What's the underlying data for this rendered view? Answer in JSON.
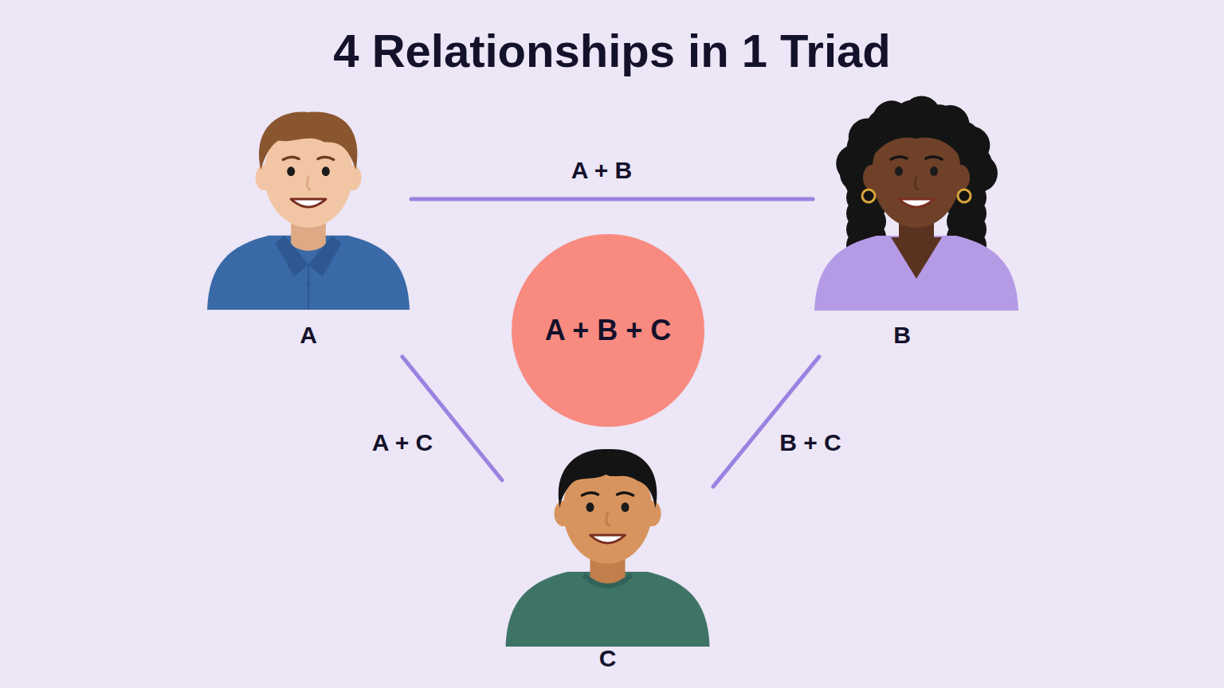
{
  "diagram": {
    "title": "4 Relationships in 1 Triad",
    "nodes": [
      {
        "text": [
          "A"
        ]
      },
      {
        "text": [
          "B"
        ]
      },
      {
        "text": [
          "A + B + C"
        ]
      },
      {
        "text": [
          "C"
        ]
      }
    ],
    "edges": [
      {
        "from": 0,
        "to": 1,
        "label": "A + B",
        "arrow": "none"
      },
      {
        "from": 0,
        "to": 3,
        "label": "A + C",
        "arrow": "none"
      },
      {
        "from": 1,
        "to": 3,
        "label": "B + C",
        "arrow": "none"
      }
    ]
  }
}
